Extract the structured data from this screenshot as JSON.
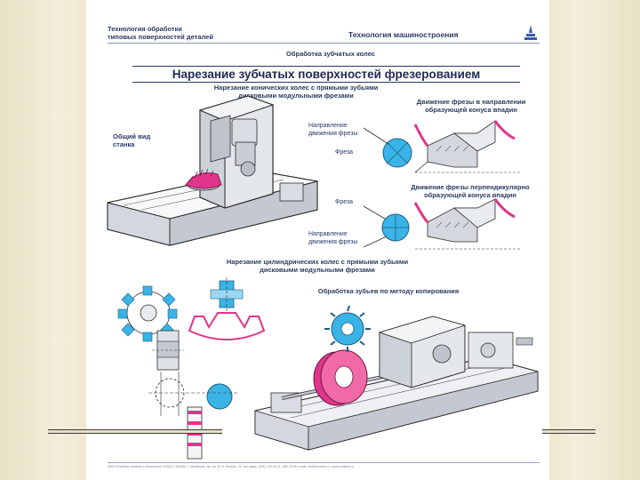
{
  "header": {
    "left_line1": "Технология обработки",
    "left_line2": "типовых поверхностей деталей",
    "right": "Технология машиностроения"
  },
  "subtitle": "Обработка зубчатых колес",
  "title": "Нарезание зубчатых поверхностей фрезерованием",
  "section1": {
    "line1": "Нарезание конических колес с прямыми зубьями",
    "line2": "дисковыми модульными фрезами"
  },
  "general_view": {
    "line1": "Общий вид",
    "line2": "станка"
  },
  "motion_along": {
    "line1": "Движение фрезы в направлении",
    "line2": "образующей конуса впадин"
  },
  "motion_perp": {
    "line1": "Движение фрезы перпендикулярно",
    "line2": "образующей конуса впадин"
  },
  "labels": {
    "feed_dir_1a": "Направление",
    "feed_dir_1b": "движения фрезы",
    "cutter_1": "Фреза",
    "cutter_2": "Фреза",
    "feed_dir_2a": "Направление",
    "feed_dir_2b": "движения фрезы"
  },
  "section2": {
    "line1": "Нарезание цилиндрических колес с прямыми зубьями",
    "line2": "дисковыми модульными фрезами"
  },
  "copying": "Обработка зубьев по методу копирования",
  "footer": "ИПФ «Учебная техника и технологии» ЮУрГУ, 454080, г. Челябинск, пр. им. В. И. Ленина, 76, тел./факс: (351) 729-90-11, 265-70-55 e-mail: info@uchtech.ru, www.uchtech.ru",
  "colors": {
    "accent_pink": "#e0358a",
    "accent_blue": "#3ab4e6",
    "ink": "#2b3a63"
  }
}
